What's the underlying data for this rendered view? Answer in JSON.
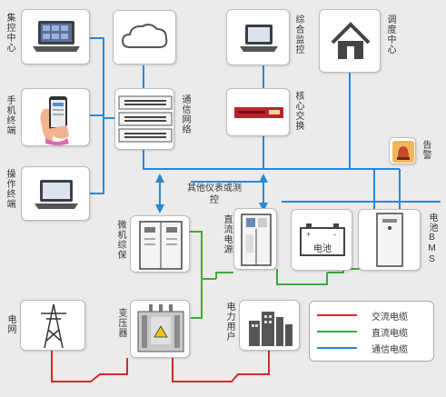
{
  "labels": {
    "jikong": "集控中心",
    "shouji": "手机终端",
    "caozuo": "操作终端",
    "tongxin": "通信网络",
    "zonghe": "综合监控",
    "hexin": "核心交换",
    "diaodu": "调度中心",
    "gaojing": "告警",
    "qita": "其他仪表或测控",
    "weiji": "微机综保",
    "zhiliu": "直流电源",
    "battery": "电池",
    "bms": "电池BMS",
    "dianwang": "电网",
    "bianyaqi": "变压器",
    "yonghu": "电力用户"
  },
  "legend": [
    {
      "label": "交流电缆",
      "color": "#d42a2a"
    },
    {
      "label": "直流电缆",
      "color": "#3aab3a"
    },
    {
      "label": "通信电缆",
      "color": "#2a87d4"
    }
  ],
  "colors": {
    "ac": "#d42a2a",
    "dc": "#3aab3a",
    "comm": "#2a87d4"
  }
}
